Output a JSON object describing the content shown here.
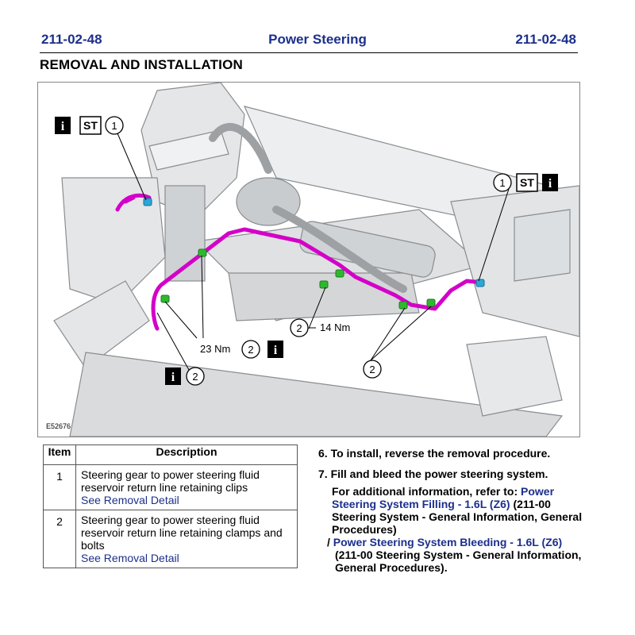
{
  "header": {
    "section_code_left": "211-02-48",
    "chapter_title": "Power Steering",
    "section_code_right": "211-02-48",
    "procedure_heading": "REMOVAL AND INSTALLATION"
  },
  "figure": {
    "figure_id": "E52676",
    "callouts": {
      "c1_left": "1",
      "c1_right": "1",
      "c2_left": "2",
      "c2_mid": "2",
      "c2_torque14": "2",
      "c2_torque23": "2"
    },
    "badges": {
      "info_symbol": "i",
      "special_tool": "ST"
    },
    "torque_labels": {
      "t14": "14  Nm",
      "t23": "23  Nm"
    },
    "colors": {
      "return_line": "#d400c8",
      "clips": "#2fb82f",
      "clamp_blue": "#2aa7d8"
    }
  },
  "item_table": {
    "col_item": "Item",
    "col_description": "Description",
    "rows": [
      {
        "item": "1",
        "description": "Steering gear to power steering fluid reservoir return line retaining clips",
        "link": "See Removal Detail"
      },
      {
        "item": "2",
        "description": "Steering gear to power steering fluid reservoir return line retaining clamps and bolts",
        "link": "See Removal Detail"
      }
    ]
  },
  "steps": {
    "step6": "6. To install, reverse the removal procedure.",
    "step7": "7. Fill and bleed the power steering system.",
    "info_prefix": "For additional information, refer to:",
    "link1": "Power Steering System Filling - 1.6L (Z6)",
    "link1_ref": "(211-00 Steering System - General Information, General Procedures)",
    "separator": "/",
    "link2": "Power Steering System Bleeding - 1.6L (Z6)",
    "link2_ref": "(211-00 Steering System - General Information, General Procedures)."
  }
}
